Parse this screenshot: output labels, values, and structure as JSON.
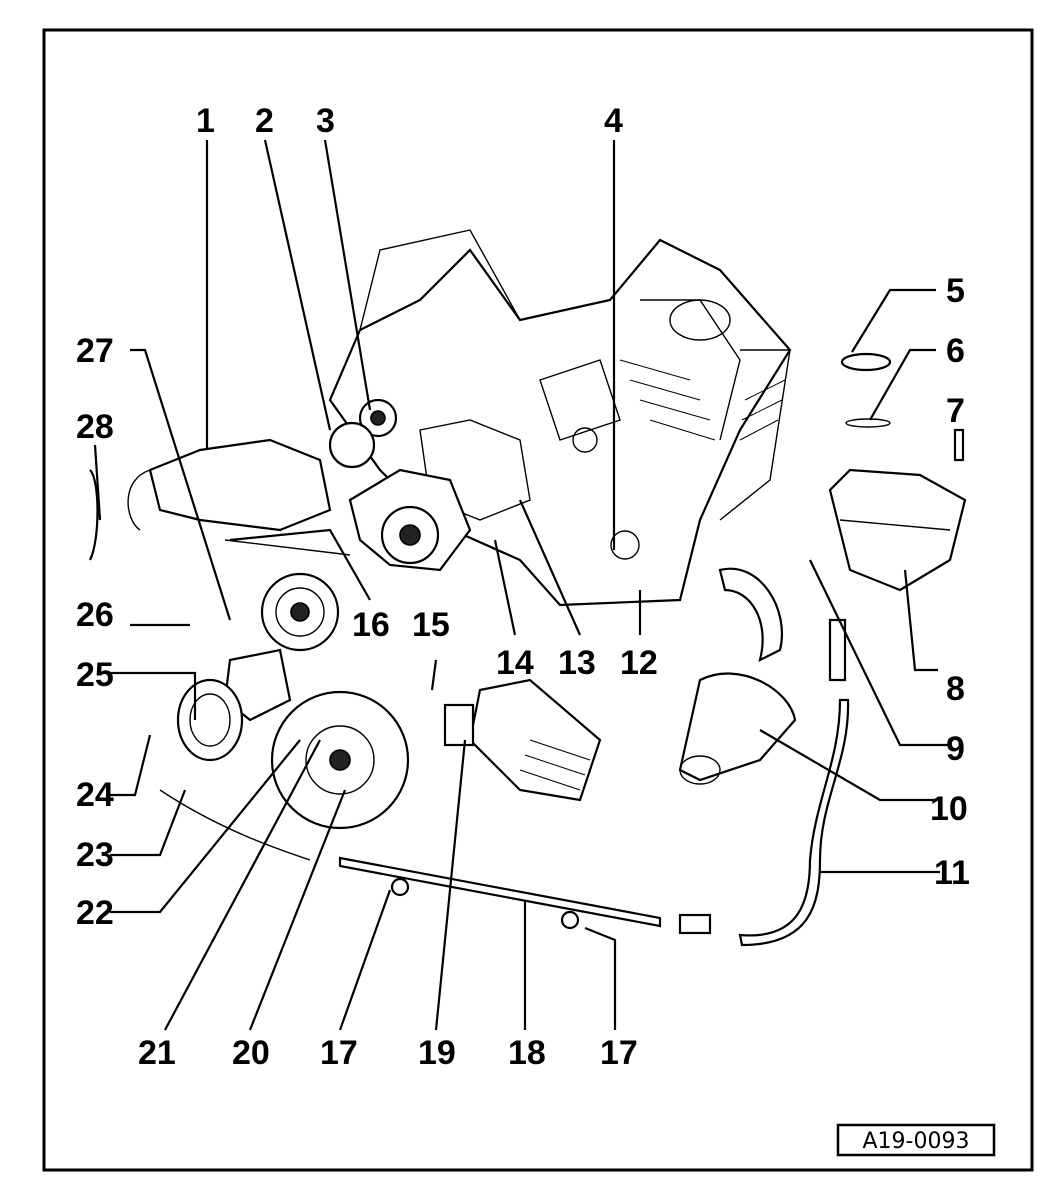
{
  "diagram": {
    "reference_code": "A19-0093",
    "callouts": [
      "1",
      "2",
      "3",
      "4",
      "5",
      "6",
      "7",
      "8",
      "9",
      "10",
      "11",
      "12",
      "13",
      "14",
      "15",
      "16",
      "17",
      "18",
      "19",
      "20",
      "21",
      "22",
      "23",
      "24",
      "25",
      "26",
      "27",
      "28",
      "17"
    ]
  }
}
